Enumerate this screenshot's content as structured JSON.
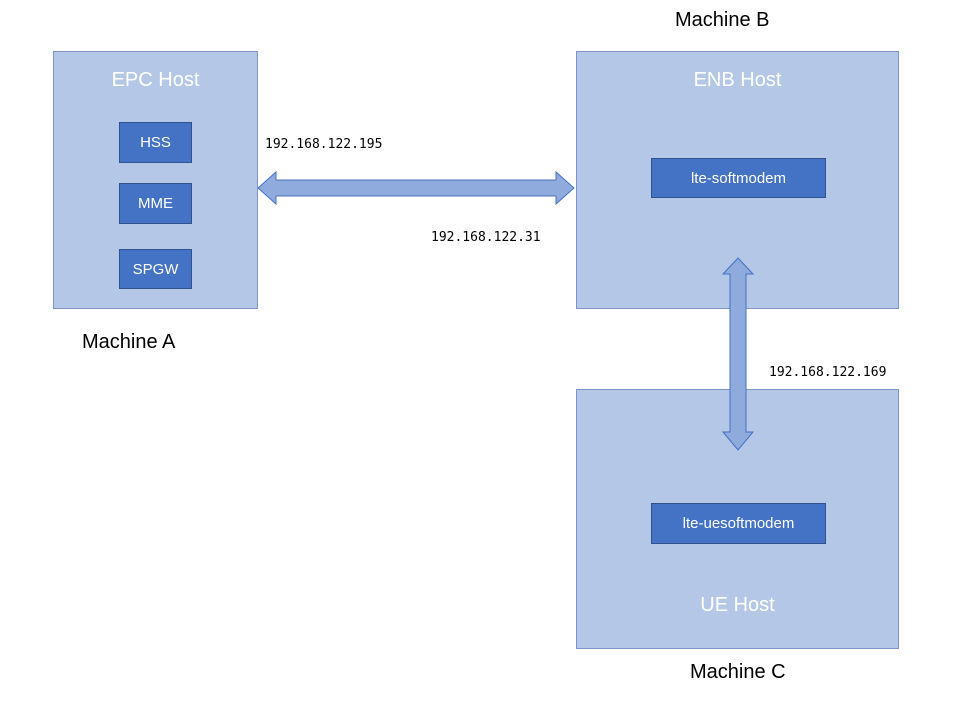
{
  "machines": {
    "a": {
      "label": "Machine A",
      "host": "EPC Host",
      "components": [
        "HSS",
        "MME",
        "SPGW"
      ]
    },
    "b": {
      "label": "Machine B",
      "host": "ENB Host",
      "components": [
        "lte-softmodem"
      ]
    },
    "c": {
      "label": "Machine C",
      "host": "UE Host",
      "components": [
        "lte-uesoftmodem"
      ]
    }
  },
  "links": {
    "a_b": {
      "ip_a": "192.168.122.195",
      "ip_b": "192.168.122.31"
    },
    "b_c": {
      "ip_c": "192.168.122.169"
    }
  },
  "colors": {
    "host_fill": "#b4c7e7",
    "component_fill": "#4472c4",
    "arrow_fill": "#8faadc",
    "arrow_stroke": "#4472c4"
  }
}
